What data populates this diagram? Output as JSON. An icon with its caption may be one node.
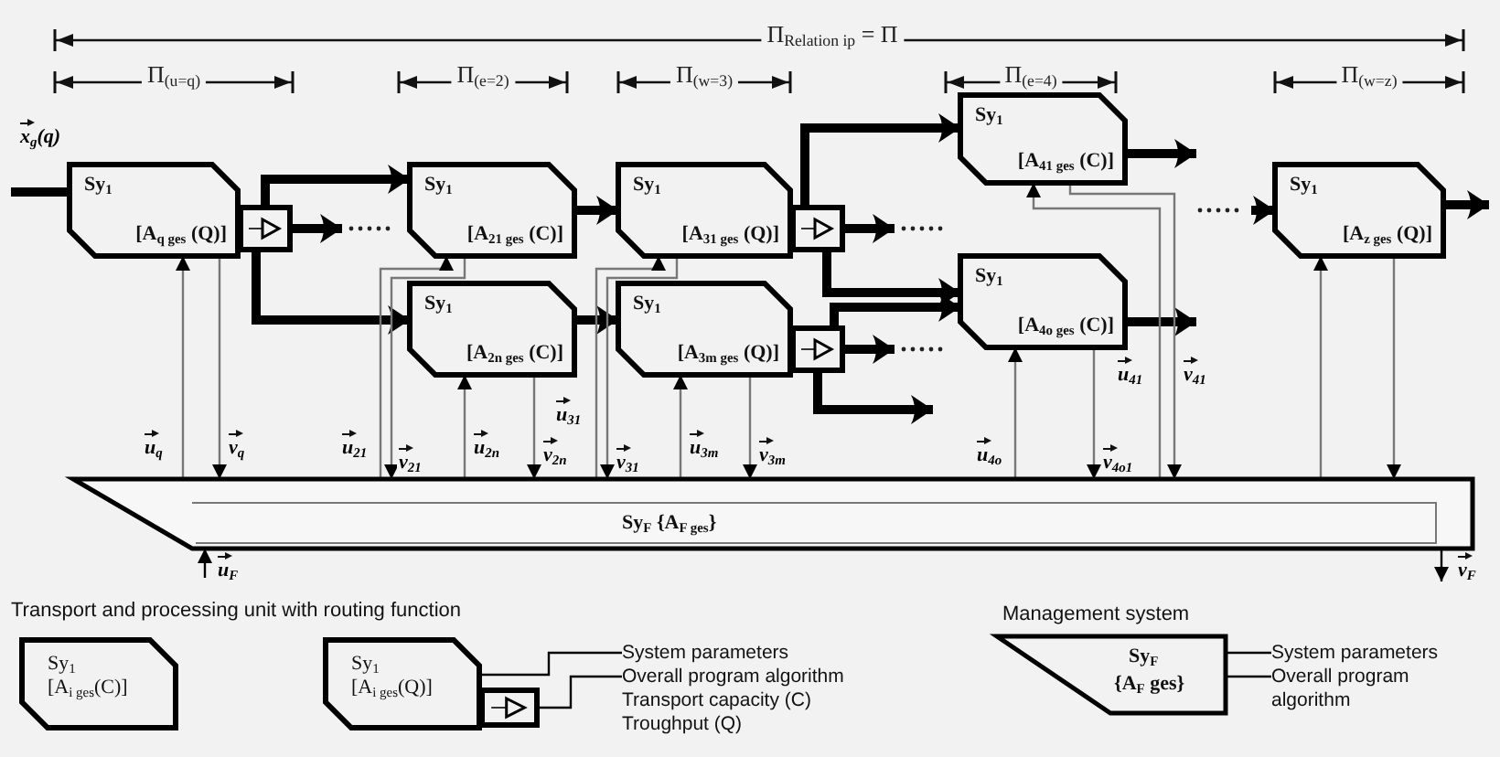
{
  "diagram": {
    "nodes": [
      {
        "text": [
          "Sy$_{1}$",
          "[A$_{q ges}$ (Q)]"
        ]
      },
      {
        "text": [],
        "shape": "box"
      },
      {
        "text": [
          "Sy$_{1}$",
          "[A$_{21 ges}$ (C)]"
        ]
      },
      {
        "text": [
          "Sy$_{1}$",
          "[A$_{31 ges}$ (Q)]"
        ]
      },
      {
        "text": [],
        "shape": "box"
      },
      {
        "text": [
          "Sy$_{1}$",
          "[A$_{41 ges}$ (C)]"
        ]
      },
      {
        "text": [
          "Sy$_{1}$",
          "[A$_{2n ges}$ (C)]"
        ]
      },
      {
        "text": [
          "Sy$_{1}$",
          "[A$_{3m ges}$ (Q)]"
        ]
      },
      {
        "text": [],
        "shape": "box"
      },
      {
        "text": [
          "Sy$_{1}$",
          "[A$_{4o ges}$ (C)]"
        ]
      },
      {
        "text": [
          "Sy$_{1}$",
          "[A$_{z ges}$ (Q)]"
        ]
      },
      {
        "text": [
          "Sy$_{F}$ {A$_{F ges}$}"
        ]
      },
      {
        "text": [
          "Sy$_{1}$",
          "[A$_{i ges}$(C)]"
        ]
      },
      {
        "text": [
          "Sy$_{1}$",
          "[A$_{i ges}$(Q)]"
        ]
      },
      {
        "text": [],
        "shape": "box"
      },
      {
        "text": [
          "System parameters"
        ]
      },
      {
        "text": [
          "Overall program algorithm"
        ]
      },
      {
        "text": [
          "Transport capacity (C)"
        ]
      },
      {
        "text": [
          "Troughput (Q)"
        ]
      },
      {
        "text": [
          "Sy$_{F}$",
          "{A$_{F}$ ges}"
        ]
      },
      {
        "text": [
          "System parameters"
        ]
      },
      {
        "text": [
          "Overall program algorithm"
        ]
      }
    ],
    "edges": [
      {
        "from": null,
        "to": 0,
        "arrow": "none",
        "label": "x$_{g}$(q)",
        "style": "thick"
      },
      {
        "from": 1,
        "to": 2,
        "arrow": "to",
        "style": "thick"
      },
      {
        "from": 1,
        "to": 6,
        "arrow": "to",
        "style": "thick"
      },
      {
        "from": 1,
        "to": null,
        "arrow": "to",
        "style": "thick"
      },
      {
        "from": 2,
        "to": 3,
        "arrow": "to",
        "style": "thick"
      },
      {
        "from": 6,
        "to": 7,
        "arrow": "to",
        "style": "thick"
      },
      {
        "from": 4,
        "to": 5,
        "arrow": "to",
        "style": "thick"
      },
      {
        "from": 4,
        "to": 9,
        "arrow": "to",
        "style": "thick"
      },
      {
        "from": 4,
        "to": null,
        "arrow": "to",
        "style": "thick"
      },
      {
        "from": 8,
        "to": 9,
        "arrow": "to",
        "style": "thick"
      },
      {
        "from": 8,
        "to": null,
        "arrow": "to",
        "style": "thick"
      },
      {
        "from": 8,
        "to": null,
        "arrow": "to",
        "style": "thick"
      },
      {
        "from": 5,
        "to": null,
        "arrow": "to",
        "style": "thick"
      },
      {
        "from": 9,
        "to": null,
        "arrow": "to",
        "style": "thick"
      },
      {
        "from": null,
        "to": 10,
        "arrow": "to",
        "style": "thick"
      },
      {
        "from": 10,
        "to": null,
        "arrow": "to",
        "style": "thick"
      },
      {
        "from": 11,
        "to": 0,
        "arrow": "to",
        "label": "u$_{q}$",
        "color": "#777777"
      },
      {
        "from": 0,
        "to": 11,
        "arrow": "to",
        "label": "v$_{q}$",
        "color": "#777777"
      },
      {
        "from": 11,
        "to": 2,
        "arrow": "to",
        "label": "u$_{21}$",
        "color": "#777777"
      },
      {
        "from": 2,
        "to": 11,
        "arrow": "to",
        "label": "v$_{21}$",
        "color": "#777777"
      },
      {
        "from": 11,
        "to": 6,
        "arrow": "to",
        "label": "u$_{2n}$",
        "color": "#777777"
      },
      {
        "from": 6,
        "to": 11,
        "arrow": "to",
        "label": "v$_{2n}$",
        "color": "#777777"
      },
      {
        "from": 11,
        "to": 3,
        "arrow": "to",
        "label": "u$_{31}$",
        "color": "#777777"
      },
      {
        "from": 3,
        "to": 11,
        "arrow": "to",
        "label": "v$_{31}$",
        "color": "#777777"
      },
      {
        "from": 11,
        "to": 7,
        "arrow": "to",
        "label": "u$_{3m}$",
        "color": "#777777"
      },
      {
        "from": 7,
        "to": 11,
        "arrow": "to",
        "label": "v$_{3m}$",
        "color": "#777777"
      },
      {
        "from": 11,
        "to": 5,
        "arrow": "to",
        "label": "u$_{41}$",
        "color": "#777777"
      },
      {
        "from": 5,
        "to": 11,
        "arrow": "to",
        "label": "v$_{41}$",
        "color": "#777777"
      },
      {
        "from": 11,
        "to": 9,
        "arrow": "to",
        "label": "u$_{4o}$",
        "color": "#777777"
      },
      {
        "from": 9,
        "to": 11,
        "arrow": "to",
        "label": "v$_{4o1}$",
        "color": "#777777"
      },
      {
        "from": 11,
        "to": 10,
        "arrow": "to",
        "color": "#777777"
      },
      {
        "from": 10,
        "to": 11,
        "arrow": "to",
        "color": "#777777"
      },
      {
        "from": null,
        "to": 11,
        "arrow": "to",
        "label": "u$_{F}$"
      },
      {
        "from": 11,
        "to": null,
        "arrow": "to",
        "label": "v$_{F}$"
      },
      {
        "from": 15,
        "to": 13,
        "arrow": "none"
      },
      {
        "from": 16,
        "to": 14,
        "arrow": "none"
      },
      {
        "from": 20,
        "to": 19,
        "arrow": "none"
      },
      {
        "from": 21,
        "to": 19,
        "arrow": "none"
      }
    ],
    "labels": [
      "Π$_{Relation ip}$ = Π",
      "Π$_{(u=q)}$",
      "Π$_{(e=2)}$",
      "Π$_{(w=3)}$",
      "Π$_{(e=4)}$",
      "Π$_{(w=z)}$",
      "Transport and processing unit with routing function",
      "Management system"
    ]
  }
}
